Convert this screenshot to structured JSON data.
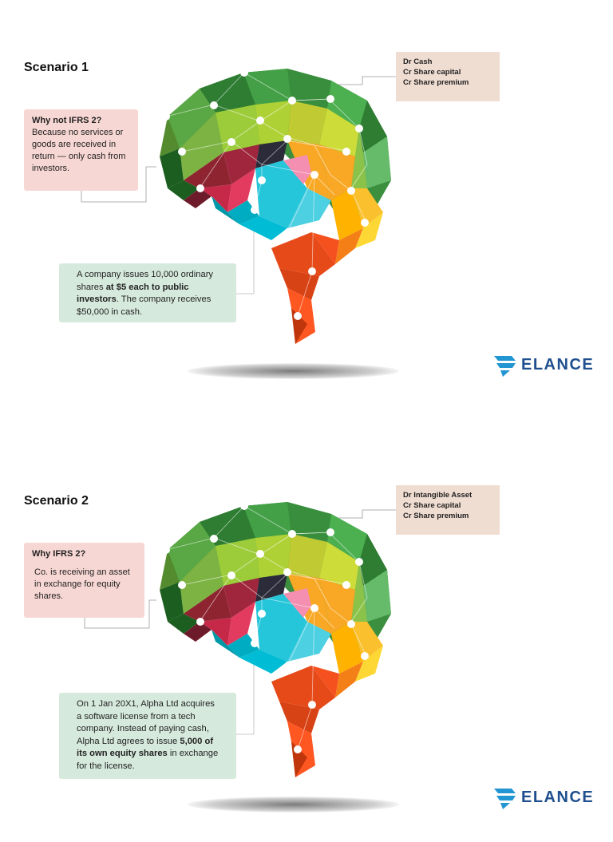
{
  "scenario1": {
    "title": "Scenario 1",
    "entries": [
      "Dr Cash",
      "Cr Share capital",
      "Cr Share premium"
    ],
    "why": {
      "heading": "Why not IFRS 2?",
      "body": "Because no services or goods are received in return — only cash from investors."
    },
    "example": {
      "part1": "A company issues 10,000 ordinary shares ",
      "bold1": "at $5 each to public investors",
      "part2": ". The company receives $50,000 in cash."
    }
  },
  "scenario2": {
    "title": "Scenario 2",
    "entries": [
      "Dr Intangible Asset",
      "Cr Share capital",
      "Cr Share premium"
    ],
    "why": {
      "heading": "Why IFRS 2?",
      "body": "Co. is receiving an asset in exchange for equity shares."
    },
    "example": {
      "part1": "On 1 Jan 20X1, Alpha Ltd acquires a software license from a tech company. Instead of paying cash, Alpha Ltd agrees to issue ",
      "bold1": "5,000 of its own equity shares",
      "part2": " in exchange for the license."
    }
  },
  "logo": {
    "text": "ELANCE",
    "color": "#1f4f8f"
  },
  "colors": {
    "pink_box": "#f7d7d3",
    "green_box": "#d6e9dd",
    "beige_box": "#f0ddd2"
  }
}
